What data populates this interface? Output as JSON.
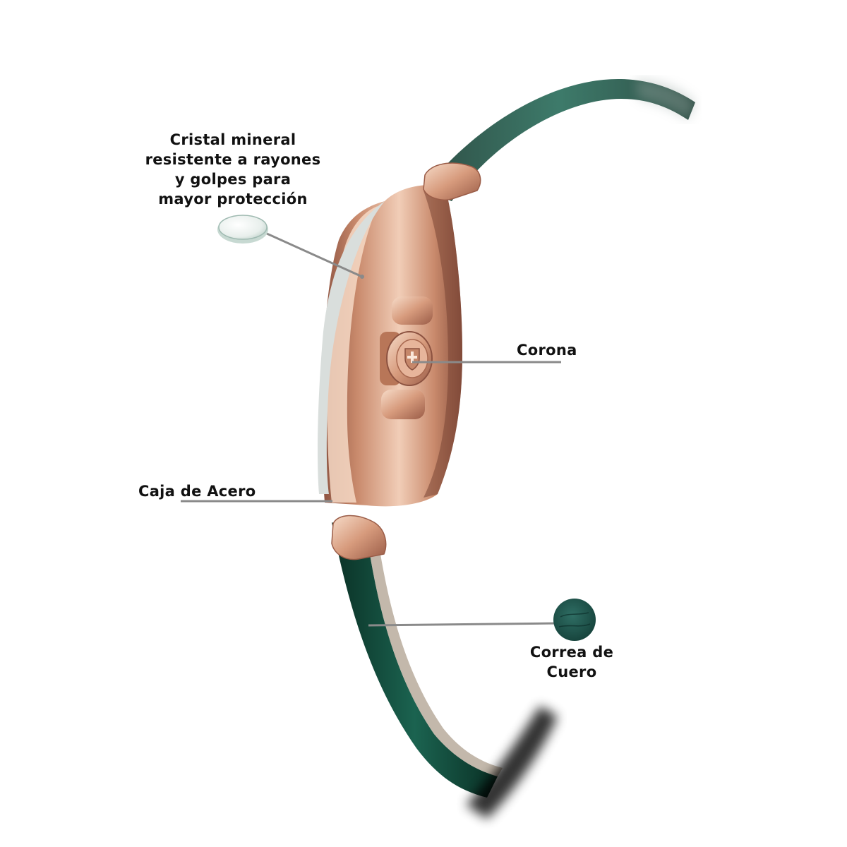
{
  "colors": {
    "rose_gold": "#c98a6c",
    "rose_gold_light": "#f1cdb7",
    "rose_gold_dark": "#8c5240",
    "strap_green": "#134c3d",
    "strap_green_dark": "#0a3025",
    "leader_line": "#8a8a8a",
    "label_text": "#111111"
  },
  "labels": {
    "crystal": [
      "Cristal mineral",
      "resistente a rayones",
      "y golpes para",
      "mayor protección"
    ],
    "crown": "Corona",
    "case": "Caja de Acero",
    "strap": [
      "Correa de",
      "Cuero"
    ]
  },
  "icons": {
    "crystal_swatch": "glass-disc-icon",
    "leather_swatch": "leather-disc-icon",
    "crown_emblem": "shield-cross-icon"
  }
}
